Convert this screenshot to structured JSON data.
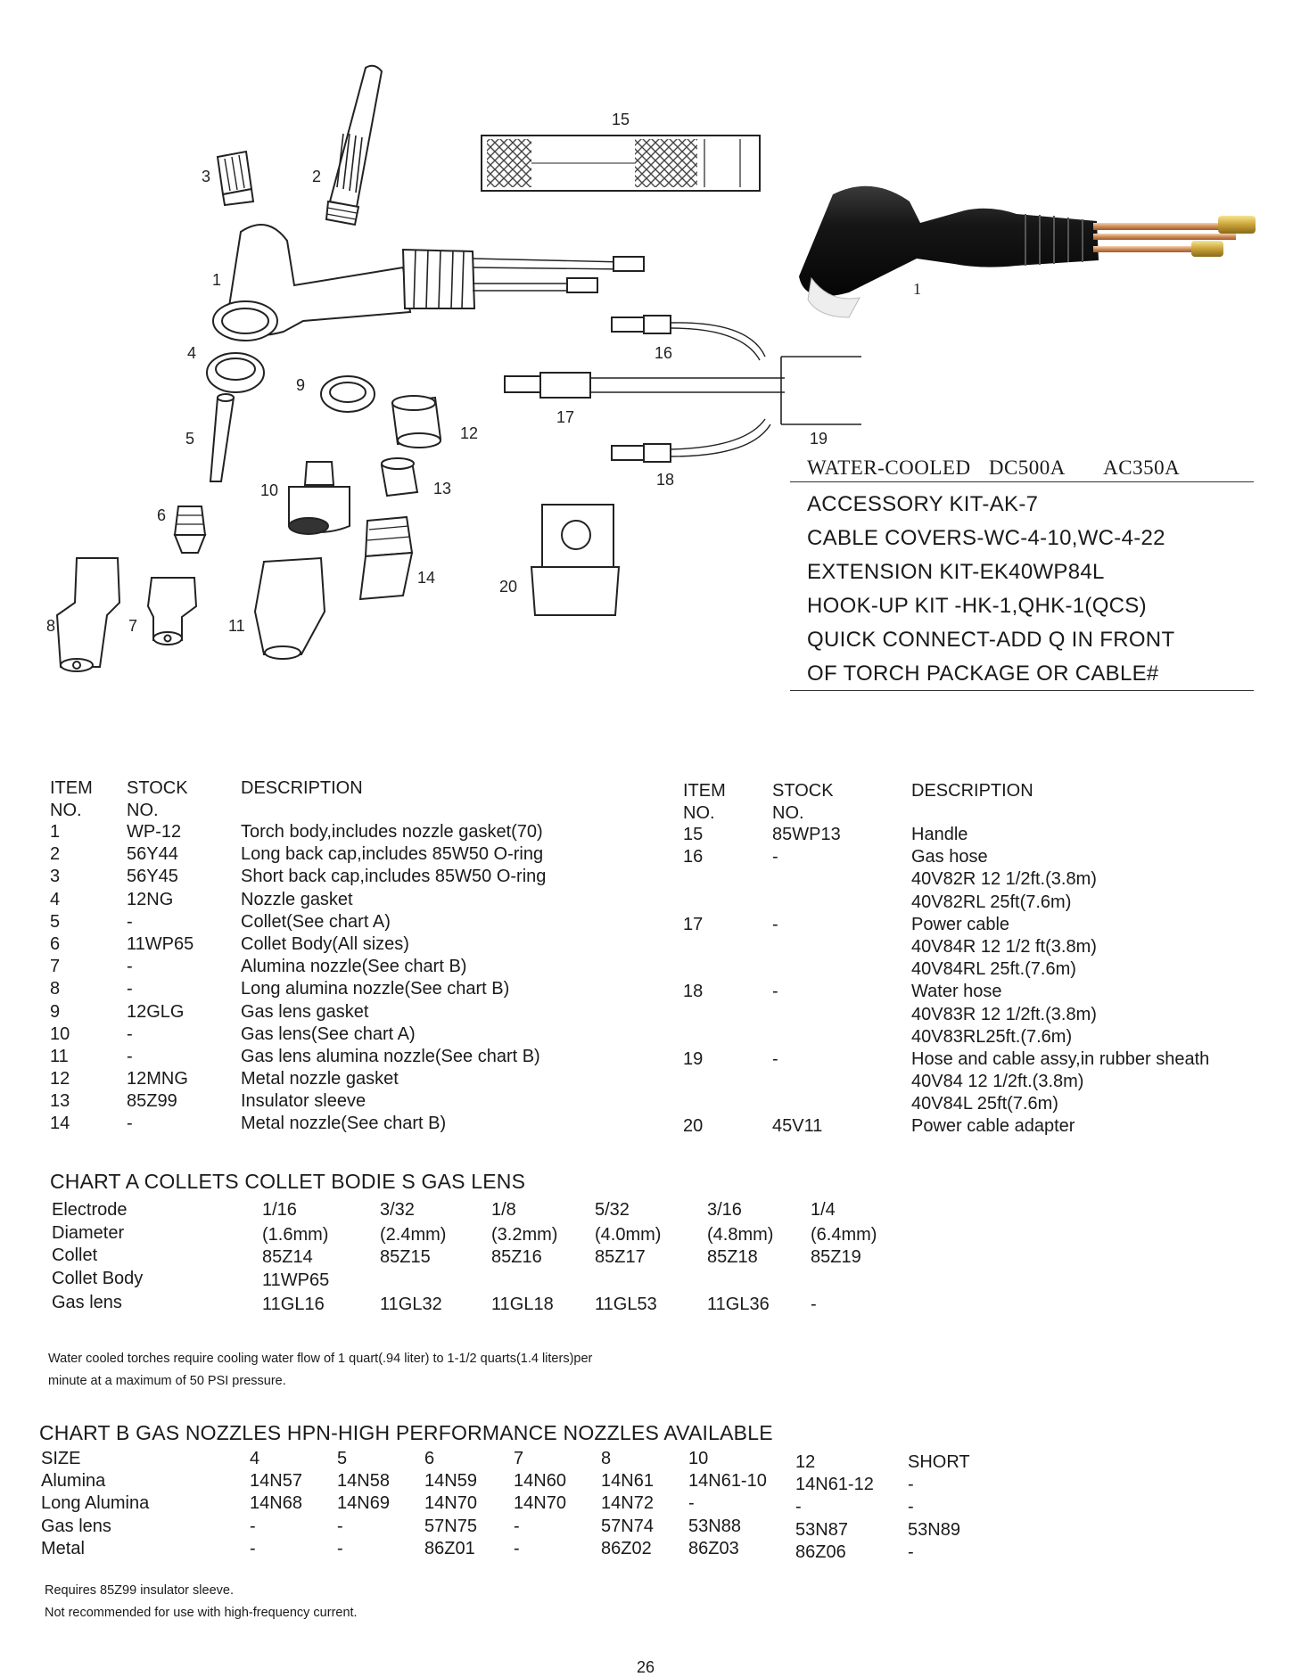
{
  "callouts": [
    "1",
    "2",
    "3",
    "4",
    "5",
    "6",
    "7",
    "8",
    "9",
    "10",
    "11",
    "12",
    "13",
    "14",
    "15",
    "16",
    "17",
    "18",
    "19",
    "20"
  ],
  "photo_label": "1",
  "heading": {
    "model": "WATER-COOLED",
    "dc": "DC500A",
    "ac": "AC350A"
  },
  "accessories": [
    "ACCESSORY KIT-AK-7",
    "CABLE COVERS-WC-4-10,WC-4-22",
    "EXTENSION KIT-EK40WP84L",
    "HOOK-UP KIT -HK-1,QHK-1(QCS)",
    "QUICK CONNECT-ADD Q IN FRONT",
    "OF TORCH PACKAGE OR CABLE#"
  ],
  "parts_headers": {
    "item1": "ITEM",
    "item2": "NO.",
    "stock1": "STOCK",
    "stock2": "NO.",
    "desc": "DESCRIPTION"
  },
  "parts_left": [
    {
      "item": "1",
      "stock": "WP-12",
      "desc": "Torch body,includes nozzle gasket(70)"
    },
    {
      "item": "2",
      "stock": "56Y44",
      "desc": "Long back cap,includes 85W50 O-ring"
    },
    {
      "item": "3",
      "stock": "56Y45",
      "desc": "Short back cap,includes 85W50 O-ring"
    },
    {
      "item": "4",
      "stock": "12NG",
      "desc": "Nozzle gasket"
    },
    {
      "item": "5",
      "stock": "-",
      "desc": "Collet(See chart A)"
    },
    {
      "item": "6",
      "stock": "11WP65",
      "desc": "Collet Body(All sizes)"
    },
    {
      "item": "7",
      "stock": "-",
      "desc": "Alumina nozzle(See chart B)"
    },
    {
      "item": "8",
      "stock": "-",
      "desc": "Long alumina nozzle(See chart B)"
    },
    {
      "item": "9",
      "stock": "12GLG",
      "desc": "Gas lens gasket"
    },
    {
      "item": "10",
      "stock": "-",
      "desc": "Gas lens(See chart A)"
    },
    {
      "item": "11",
      "stock": "-",
      "desc": "Gas lens alumina nozzle(See chart B)"
    },
    {
      "item": "12",
      "stock": "12MNG",
      "desc": "Metal nozzle gasket"
    },
    {
      "item": "13",
      "stock": "85Z99",
      "desc": "Insulator sleeve"
    },
    {
      "item": "14",
      "stock": "-",
      "desc": "Metal nozzle(See chart B)"
    }
  ],
  "parts_right": [
    {
      "item": "15",
      "stock": "85WP13",
      "desc": "Handle"
    },
    {
      "item": "16",
      "stock": "-",
      "desc": "Gas hose"
    },
    {
      "item": "",
      "stock": "",
      "desc": "40V82R 12 1/2ft.(3.8m)"
    },
    {
      "item": "",
      "stock": "",
      "desc": "40V82RL 25ft(7.6m)"
    },
    {
      "item": "17",
      "stock": "-",
      "desc": "Power cable"
    },
    {
      "item": "",
      "stock": "",
      "desc": "40V84R 12 1/2 ft(3.8m)"
    },
    {
      "item": "",
      "stock": "",
      "desc": "40V84RL 25ft.(7.6m)"
    },
    {
      "item": "18",
      "stock": "-",
      "desc": "Water hose"
    },
    {
      "item": "",
      "stock": "",
      "desc": "40V83R 12 1/2ft.(3.8m)"
    },
    {
      "item": "",
      "stock": "",
      "desc": "40V83RL25ft.(7.6m)"
    },
    {
      "item": "19",
      "stock": "-",
      "desc": "Hose and cable assy,in rubber sheath"
    },
    {
      "item": "",
      "stock": "",
      "desc": "40V84 12 1/2ft.(3.8m)"
    },
    {
      "item": "",
      "stock": "",
      "desc": "40V84L 25ft(7.6m)"
    },
    {
      "item": "20",
      "stock": "45V11",
      "desc": "Power cable adapter"
    }
  ],
  "chart_a": {
    "title": "CHART A COLLETS  COLLET BODIE S GAS LENS",
    "rows": [
      {
        "label": "Electrode",
        "values": [
          "1/16",
          "3/32",
          "1/8",
          "5/32",
          "3/16",
          "1/4"
        ]
      },
      {
        "label": "Diameter",
        "values": [
          "(1.6mm)",
          "(2.4mm)",
          "(3.2mm)",
          "(4.0mm)",
          "(4.8mm)",
          "(6.4mm)"
        ]
      },
      {
        "label": "Collet",
        "values": [
          "85Z14",
          "85Z15",
          "85Z16",
          "85Z17",
          "85Z18",
          "85Z19"
        ]
      },
      {
        "label": "Collet Body",
        "values": [
          "11WP65",
          "",
          "",
          "",
          "",
          ""
        ]
      },
      {
        "label": "Gas lens",
        "values": [
          "11GL16",
          "11GL32",
          "11GL18",
          "11GL53",
          "11GL36",
          "-"
        ]
      }
    ]
  },
  "cooling_note": [
    "Water cooled torches require cooling water flow of 1 quart(.94 liter) to 1-1/2 quarts(1.4 liters)per",
    "minute at a maximum of 50 PSI pressure."
  ],
  "chart_b": {
    "title": "CHART B GAS NOZZLES HPN-HIGH PERFORMANCE NOZZLES AVAILABLE",
    "rows": [
      {
        "label": "SIZE",
        "values": [
          "4",
          "5",
          "6",
          "7",
          "8",
          "10",
          "12",
          "SHORT"
        ]
      },
      {
        "label": "Alumina",
        "values": [
          "14N57",
          "14N58",
          "14N59",
          "14N60",
          "14N61",
          "14N61-10",
          "14N61-12",
          "-"
        ]
      },
      {
        "label": "Long Alumina",
        "values": [
          "14N68",
          "14N69",
          "14N70",
          "14N70",
          "14N72",
          "-",
          "-",
          "-"
        ]
      },
      {
        "label": "Gas lens",
        "values": [
          "-",
          "-",
          "57N75",
          "-",
          "57N74",
          "53N88",
          "53N87",
          "53N89"
        ]
      },
      {
        "label": "Metal",
        "values": [
          "-",
          "-",
          "86Z01",
          "-",
          "86Z02",
          "86Z03",
          "86Z06",
          "-"
        ]
      }
    ]
  },
  "footnotes": [
    "Requires 85Z99 insulator sleeve.",
    "Not recommended for use with high-frequency current."
  ],
  "page_number": "26"
}
